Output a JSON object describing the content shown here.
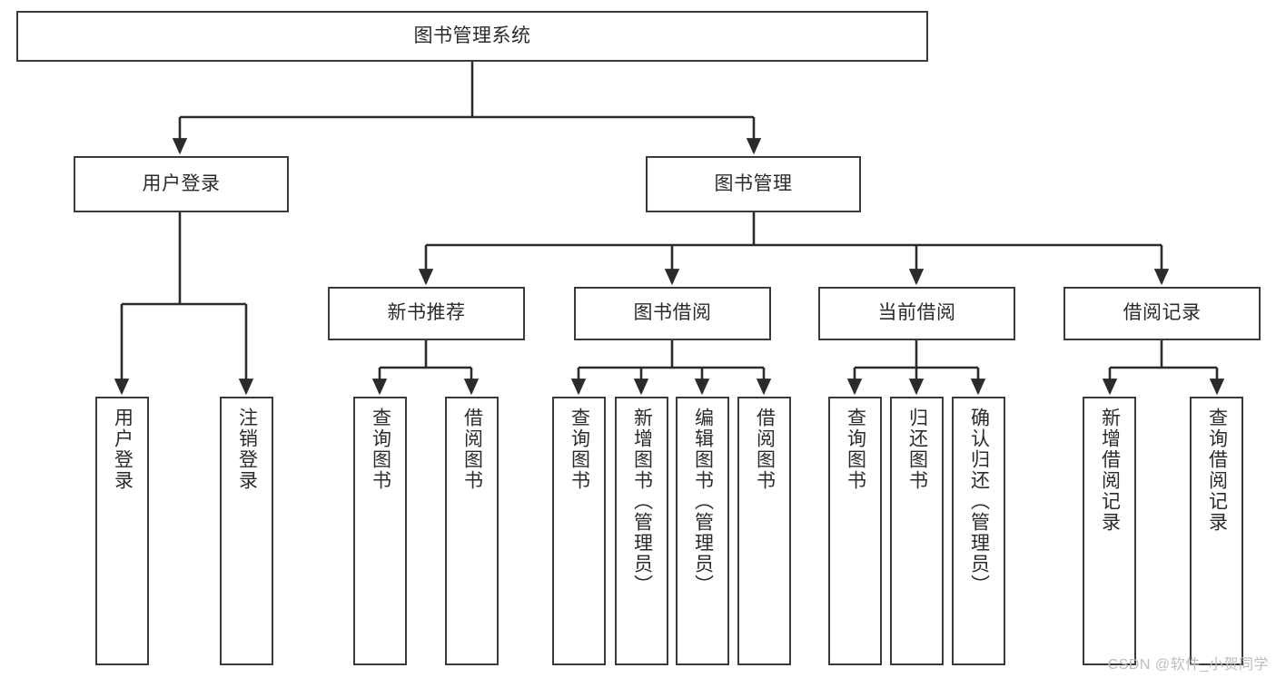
{
  "diagram": {
    "type": "tree",
    "title": "图书管理系统",
    "style": {
      "box_border": "#3a3a3a",
      "box_fill": "#ffffff",
      "edge_color": "#2b2b2b",
      "text_color": "#2b2b2b",
      "background": "#ffffff"
    },
    "nodes": {
      "root": {
        "label": "图书管理系统"
      },
      "level2": [
        {
          "label": "用户登录"
        },
        {
          "label": "图书管理"
        }
      ],
      "level3": [
        {
          "label": "新书推荐"
        },
        {
          "label": "图书借阅"
        },
        {
          "label": "当前借阅"
        },
        {
          "label": "借阅记录"
        }
      ],
      "leaves": {
        "user_login": [
          {
            "label": "用户登录"
          },
          {
            "label": "注销登录"
          }
        ],
        "new_book": [
          {
            "label": "查询图书"
          },
          {
            "label": "借阅图书"
          }
        ],
        "book_borrow": [
          {
            "label": "查询图书"
          },
          {
            "label": "新增图书（管理员）"
          },
          {
            "label": "编辑图书（管理员）"
          },
          {
            "label": "借阅图书"
          }
        ],
        "current_borrow": [
          {
            "label": "查询图书"
          },
          {
            "label": "归还图书"
          },
          {
            "label": "确认归还（管理员）"
          }
        ],
        "borrow_record": [
          {
            "label": "新增借阅记录"
          },
          {
            "label": "查询借阅记录"
          }
        ]
      }
    }
  },
  "watermark": {
    "text": "CSDN @软件_小贺同学"
  }
}
